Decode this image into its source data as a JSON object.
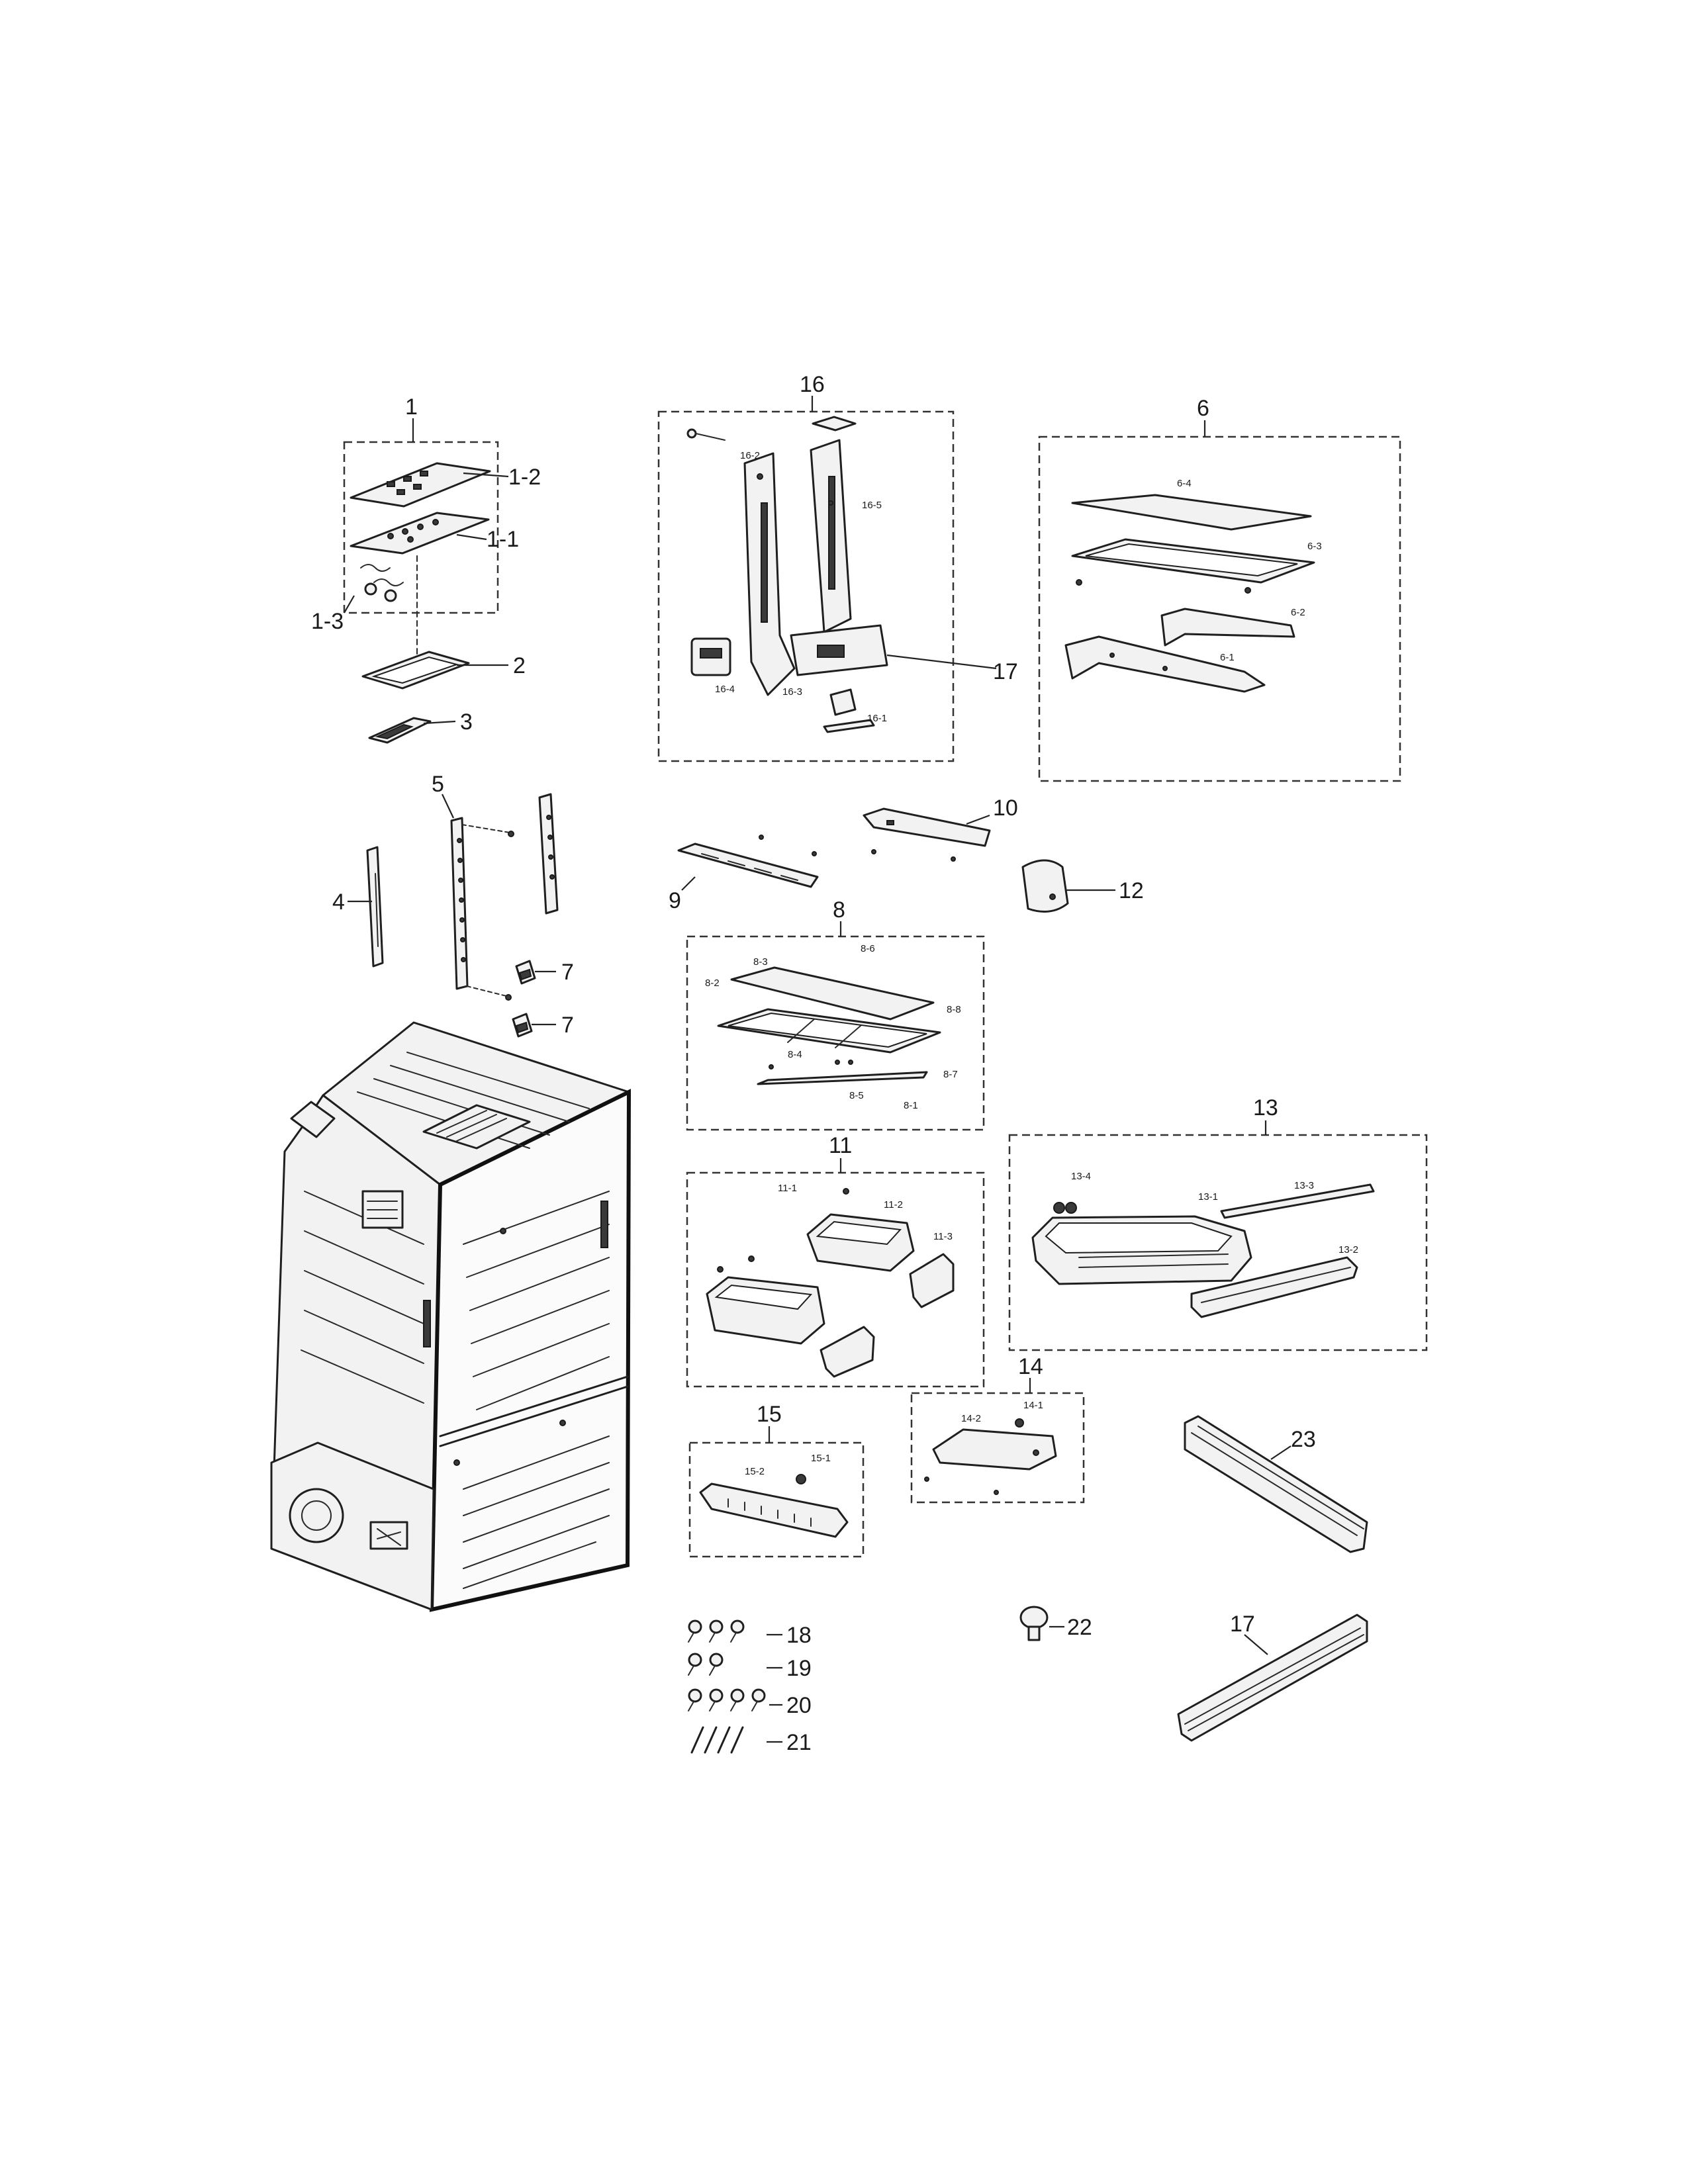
{
  "labels": {
    "l1": "1",
    "l1_1": "1-1",
    "l1_2": "1-2",
    "l1_3": "1-3",
    "l2": "2",
    "l3": "3",
    "l4": "4",
    "l5": "5",
    "l6": "6",
    "l6_1": "6-1",
    "l6_2": "6-2",
    "l6_3": "6-3",
    "l6_4": "6-4",
    "l7a": "7",
    "l7b": "7",
    "l8": "8",
    "l8_1": "8-1",
    "l8_2": "8-2",
    "l8_3": "8-3",
    "l8_4": "8-4",
    "l8_5": "8-5",
    "l8_6": "8-6",
    "l8_7": "8-7",
    "l8_8": "8-8",
    "l9": "9",
    "l10": "10",
    "l11": "11",
    "l11_1": "11-1",
    "l11_2": "11-2",
    "l11_3": "11-3",
    "l12": "12",
    "l13": "13",
    "l13_1": "13-1",
    "l13_2": "13-2",
    "l13_3": "13-3",
    "l13_4": "13-4",
    "l14": "14",
    "l14_1": "14-1",
    "l14_2": "14-2",
    "l15": "15",
    "l15_1": "15-1",
    "l15_2": "15-2",
    "l16": "16",
    "l16_1": "16-1",
    "l16_2": "16-2",
    "l16_3": "16-3",
    "l16_4": "16-4",
    "l16_5": "16-5",
    "l17a": "17",
    "l17b": "17",
    "l18": "18",
    "l19": "19",
    "l20": "20",
    "l21": "21",
    "l22": "22",
    "l23": "23"
  }
}
